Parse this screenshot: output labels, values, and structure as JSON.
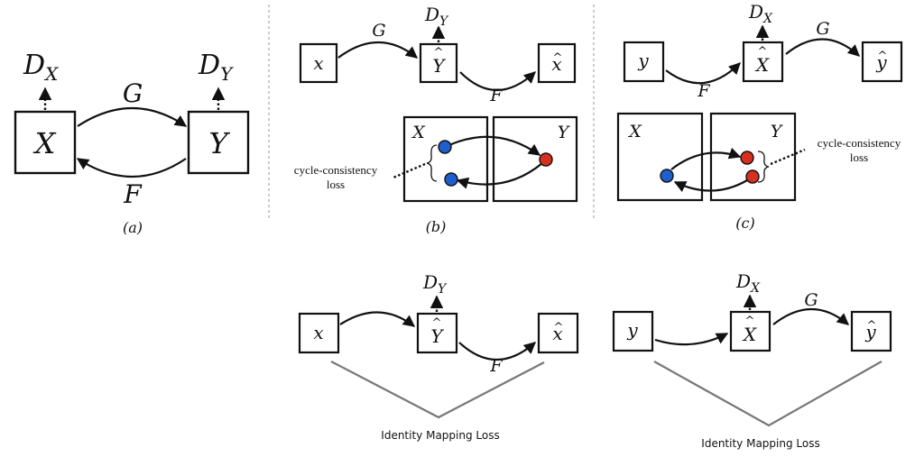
{
  "panel_a": {
    "left_node": "X",
    "right_node": "Y",
    "disc_left": {
      "base": "D",
      "sub": "X"
    },
    "disc_right": {
      "base": "D",
      "sub": "Y"
    },
    "top_arrow": "G",
    "bottom_arrow": "F",
    "caption": "(a)"
  },
  "panel_b": {
    "n1": "x",
    "n2": "Y",
    "n3": "x",
    "disc": {
      "base": "D",
      "sub": "Y"
    },
    "top_arrow": "G",
    "bottom_arrow": "F",
    "domain_left": "X",
    "domain_right": "Y",
    "cycle_label_1": "cycle-consistency",
    "cycle_label_2": "loss",
    "caption": "(b)"
  },
  "panel_c": {
    "n1": "y",
    "n2": "X",
    "n3": "y",
    "disc": {
      "base": "D",
      "sub": "X"
    },
    "bottom_arrow": "F",
    "top_arrow": "G",
    "domain_left": "X",
    "domain_right": "Y",
    "cycle_label_1": "cycle-consistency",
    "cycle_label_2": "loss",
    "caption": "(c)"
  },
  "panel_d": {
    "n1": "x",
    "n2": "Y",
    "n3": "x",
    "disc": {
      "base": "D",
      "sub": "Y"
    },
    "bottom_arrow": "F",
    "loss_label": "Identity Mapping Loss"
  },
  "panel_e": {
    "n1": "y",
    "n2": "X",
    "n3": "y",
    "disc": {
      "base": "D",
      "sub": "X"
    },
    "top_arrow": "G",
    "loss_label": "Identity Mapping Loss"
  },
  "colors": {
    "blue_point": "#1f5fcc",
    "red_point": "#d8301f"
  }
}
